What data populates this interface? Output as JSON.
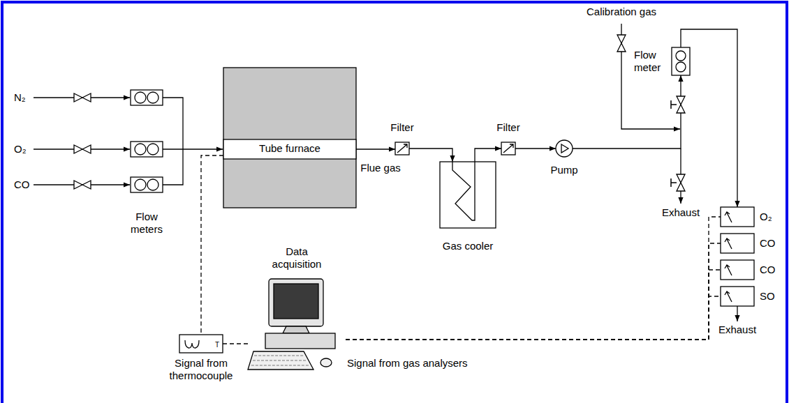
{
  "diagram": {
    "nodes": [
      {
        "text": [
          "Tube furnace"
        ]
      },
      {
        "text": [
          "Filter"
        ]
      },
      {
        "text": [
          "Gas cooler"
        ]
      },
      {
        "text": [
          "Filter"
        ]
      },
      {
        "text": [
          "Pump"
        ]
      },
      {
        "text": [
          "Flow meter"
        ]
      },
      {
        "text": [
          "O₂"
        ]
      },
      {
        "text": [
          "CO"
        ]
      },
      {
        "text": [
          "CO"
        ]
      },
      {
        "text": [
          "SO"
        ]
      },
      {
        "text": [
          "Signal from thermocouple"
        ]
      },
      {
        "text": [
          "Data acquisition"
        ]
      }
    ],
    "edges": [
      {
        "from": 0,
        "to": 1,
        "arrow": "to"
      },
      {
        "from": 1,
        "to": 2,
        "arrow": "to"
      },
      {
        "from": 2,
        "to": 3,
        "arrow": "to"
      },
      {
        "from": 3,
        "to": 4,
        "arrow": "to"
      },
      {
        "from": 4,
        "to": 5,
        "arrow": "to"
      },
      {
        "from": 5,
        "to": 6,
        "arrow": "to"
      },
      {
        "from": 0,
        "to": 10,
        "arrow": "none"
      },
      {
        "from": 10,
        "to": 11,
        "arrow": "none"
      },
      {
        "from": 11,
        "to": 6,
        "arrow": "none"
      },
      {
        "from": 11,
        "to": 7,
        "arrow": "none"
      },
      {
        "from": 11,
        "to": 8,
        "arrow": "none"
      },
      {
        "from": 11,
        "to": 9,
        "arrow": "none"
      }
    ],
    "labels": [
      "N₂",
      "O₂",
      "CO",
      "Flow meters",
      "Flue gas",
      "Calibration gas",
      "Exhaust",
      "Exhaust",
      "Signal from gas analysers",
      "T"
    ]
  }
}
